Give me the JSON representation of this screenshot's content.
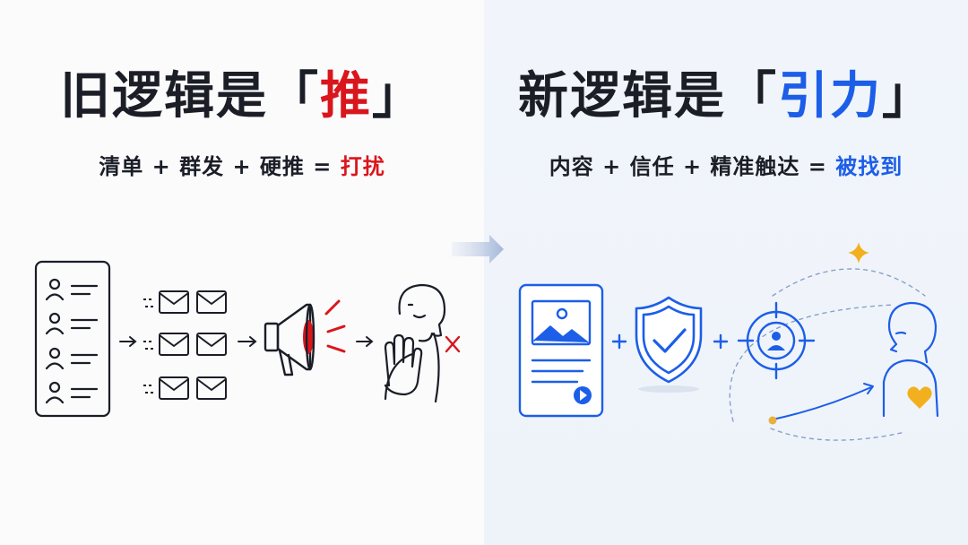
{
  "left": {
    "title_prefix": "旧逻辑是「",
    "title_accent": "推",
    "title_suffix": "」",
    "formula_parts": [
      "清单",
      "+",
      "群发",
      "+",
      "硬推",
      "="
    ],
    "formula_result": "打扰",
    "accent_color": "#d9161c"
  },
  "right": {
    "title_prefix": "新逻辑是「",
    "title_accent": "引力",
    "title_suffix": "」",
    "formula_parts": [
      "内容",
      "+",
      "信任",
      "+",
      "精准触达",
      "="
    ],
    "formula_result": "被找到",
    "accent_color": "#1c5ee8"
  },
  "icons": {
    "left": [
      "contact-list-icon",
      "arrow-right-icon",
      "bulk-email-icon",
      "megaphone-icon",
      "person-rejecting-icon",
      "reject-x-icon"
    ],
    "right": [
      "content-card-icon",
      "plus-icon",
      "shield-check-icon",
      "target-person-icon",
      "attracted-person-icon",
      "sparkle-icon"
    ],
    "divider": "transition-arrow-icon"
  }
}
